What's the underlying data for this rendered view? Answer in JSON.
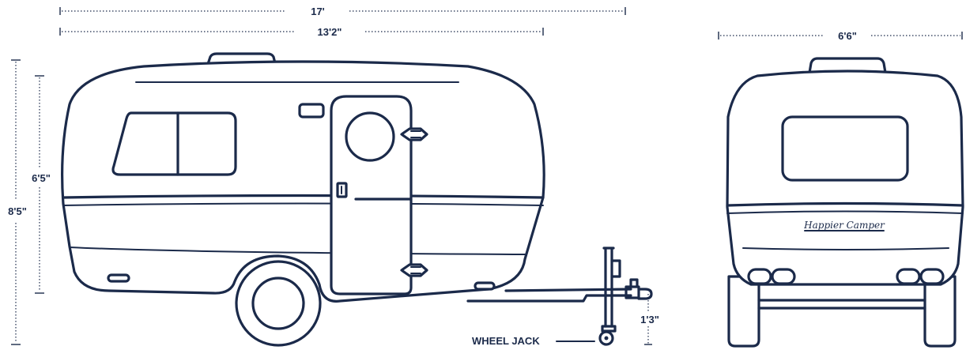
{
  "dimensions": {
    "overall_length": "17'",
    "body_length": "13'2\"",
    "overall_height": "8'5\"",
    "interior_height": "6'5\"",
    "hitch_height": "1'3\"",
    "width": "6'6\""
  },
  "callouts": {
    "wheel_jack": "WHEEL JACK"
  },
  "branding": {
    "rear_logo": "Happier Camper"
  },
  "colors": {
    "line": "#1b2a4a",
    "background": "#ffffff"
  }
}
